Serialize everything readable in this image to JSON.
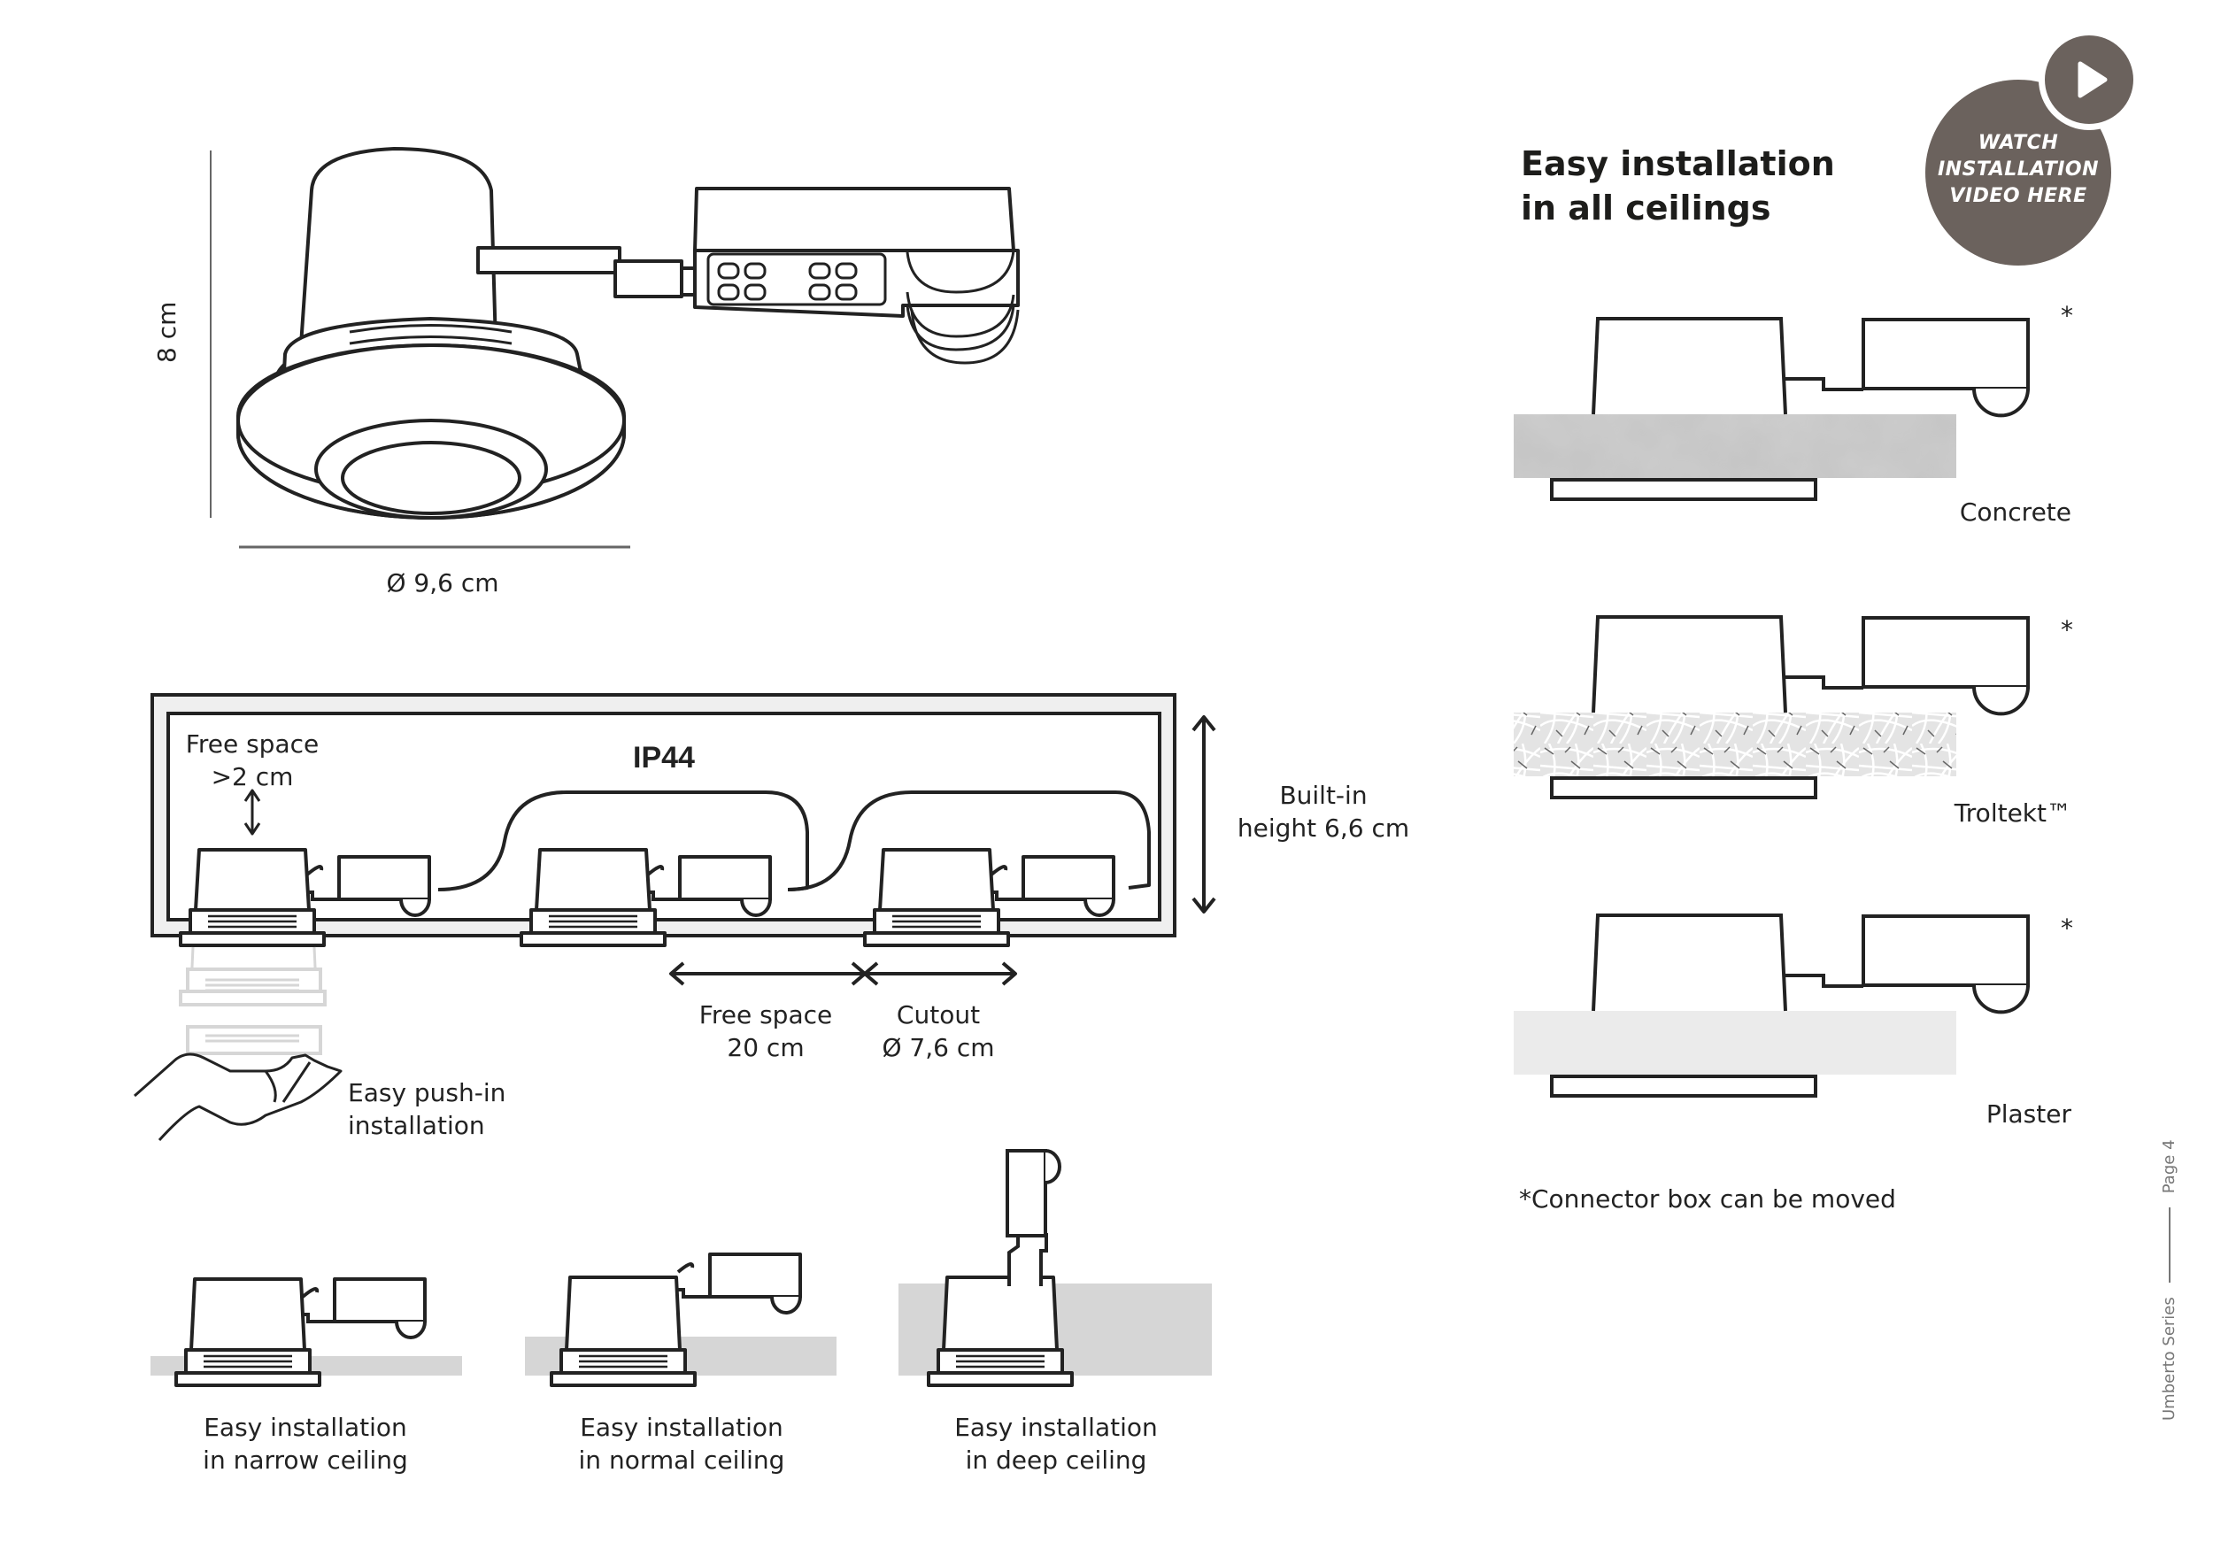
{
  "page": {
    "series": "Umberto Series",
    "page_label": "Page 4"
  },
  "colors": {
    "badge": "#6b625d",
    "concrete": "#c4c4c4",
    "troltekt": "#e2e2e2",
    "plaster": "#ebebeb",
    "ceiling_fill": "#d6d6d6",
    "frame_fill": "#efefef",
    "line": "#222222"
  },
  "product_drawing": {
    "height_label": "8 cm",
    "diameter_label": "Ø 9,6 cm"
  },
  "installation_diagram": {
    "rating": "IP44",
    "free_space_top": [
      "Free space",
      ">2 cm"
    ],
    "built_in_height": [
      "Built-in",
      "height 6,6 cm"
    ],
    "free_space_between": [
      "Free space",
      "20 cm"
    ],
    "cutout": [
      "Cutout",
      "Ø 7,6 cm"
    ],
    "push_in": [
      "Easy push-in",
      "installation"
    ]
  },
  "ceiling_depths": [
    {
      "line1": "Easy installation",
      "line2": "in narrow ceiling"
    },
    {
      "line1": "Easy installation",
      "line2": "in normal ceiling"
    },
    {
      "line1": "Easy installation",
      "line2": "in deep ceiling"
    }
  ],
  "right_panel": {
    "title_line1": "Easy installation",
    "title_line2": "in all ceilings",
    "video_badge": {
      "line1": "WATCH",
      "line2": "INSTALLATION",
      "line3": "VIDEO HERE",
      "icon": "play-icon"
    },
    "ceiling_types": [
      {
        "name": "Concrete",
        "asterisk": "*"
      },
      {
        "name": "Troltekt™",
        "asterisk": "*"
      },
      {
        "name": "Plaster",
        "asterisk": "*"
      }
    ],
    "footnote": "*Connector box can be moved"
  }
}
